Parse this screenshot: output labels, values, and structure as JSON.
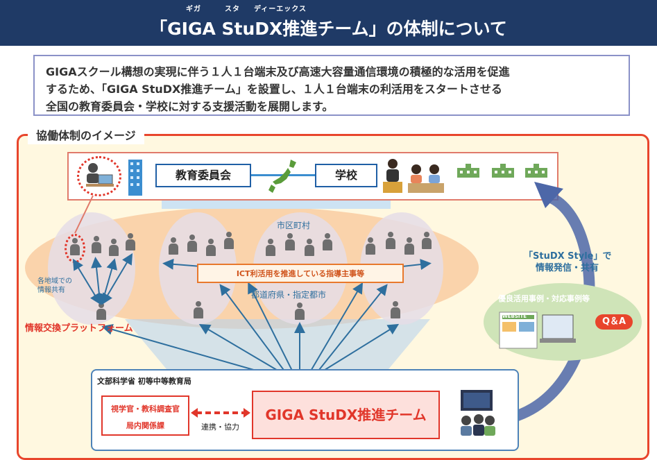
{
  "header": {
    "title": "「GIGA StuDX推進チーム」の体制について",
    "ruby_giga": "ギガ",
    "ruby_stu": "スタ",
    "ruby_dx": "ディーエックス"
  },
  "intro": {
    "line1": "GIGAスクール構想の実現に伴う１人１台端末及び高速大容量通信環境の積極的な活用を促進",
    "line2": "するため、「GIGA StuDX推進チーム」を設置し、１人１台端末の利活用をスタートさせる",
    "line3": "全国の教育委員会・学校に対する支援活動を展開します。"
  },
  "diagram": {
    "section_label": "協働体制のイメージ",
    "board_label": "教育委員会",
    "school_label": "学校",
    "municipality_label": "市区町村",
    "ict_label": "ICT利活用を推進している指導主事等",
    "prefecture_label": "都道府県・指定都市",
    "regional_sharing_line1": "各地域での",
    "regional_sharing_line2": "情報共有",
    "platform_label": "情報交換プラットフォーム",
    "studx_style_line1": "「StuDX Style」で",
    "studx_style_line2": "情報発信・共有",
    "examples_label": "優良活用事例・対応事例等",
    "qa_label": "Q＆A",
    "website_label": "WEBSITE",
    "mext_label": "文部科学省 初等中等教育局",
    "team_label": "GIGA StuDX推進チーム",
    "inspector_label": "視学官・教科調査官",
    "bureau_label": "局内関係課",
    "cooperation_label": "連携・協力"
  },
  "colors": {
    "title_bg": "#1f3a66",
    "accent_red": "#e1362a",
    "accent_blue": "#1f5fa5",
    "orange": "#e8782c",
    "cloud_orange": "#f8c79a",
    "cloud_green": "#cfe4b8"
  },
  "icons": [
    "person-icon",
    "building-icon",
    "computer-user-icon",
    "japan-map-icon",
    "teacher-icon",
    "students-icon",
    "school-building-icon",
    "laptop-icon",
    "team-members-icon"
  ]
}
